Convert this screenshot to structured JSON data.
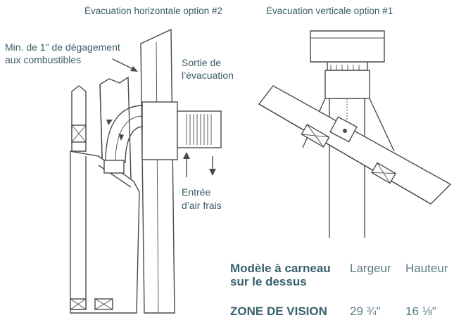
{
  "captions": {
    "horizontal": "Évacuation horizontale option #2",
    "vertical": "Évacuation verticale option #1"
  },
  "labels": {
    "clearance": [
      "Min. de 1\" de dégagement",
      "aux combustibles"
    ],
    "exhaust": [
      "Sortie de",
      "l’évacuation"
    ],
    "fresh_air": [
      "Entrée",
      "d’air frais"
    ]
  },
  "table": {
    "model_label": [
      "Modèle à carneau",
      "sur le dessus"
    ],
    "col_width": "Largeur",
    "col_height": "Hauteur",
    "row_label": "ZONE DE VISION",
    "row_width": "29 ¾\"",
    "row_height": "16 ⅛\""
  },
  "colors": {
    "text": "#3a5d69",
    "line": "#4a4a4a"
  }
}
